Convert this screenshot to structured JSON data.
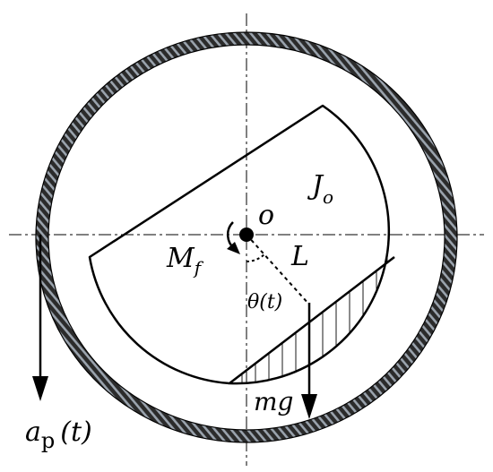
{
  "labels": {
    "origin": "o",
    "inertia_main": "J",
    "inertia_sub": "o",
    "friction_main": "M",
    "friction_sub": "f",
    "length": "L",
    "angle": "θ(t)",
    "weight": "mg",
    "accel_main": "a",
    "accel_sub": "p",
    "accel_arg": "(t)"
  },
  "colors": {
    "ring_base": "#2b2b2b",
    "ring_stripe": "#9aa3ad",
    "ink": "#000000"
  }
}
